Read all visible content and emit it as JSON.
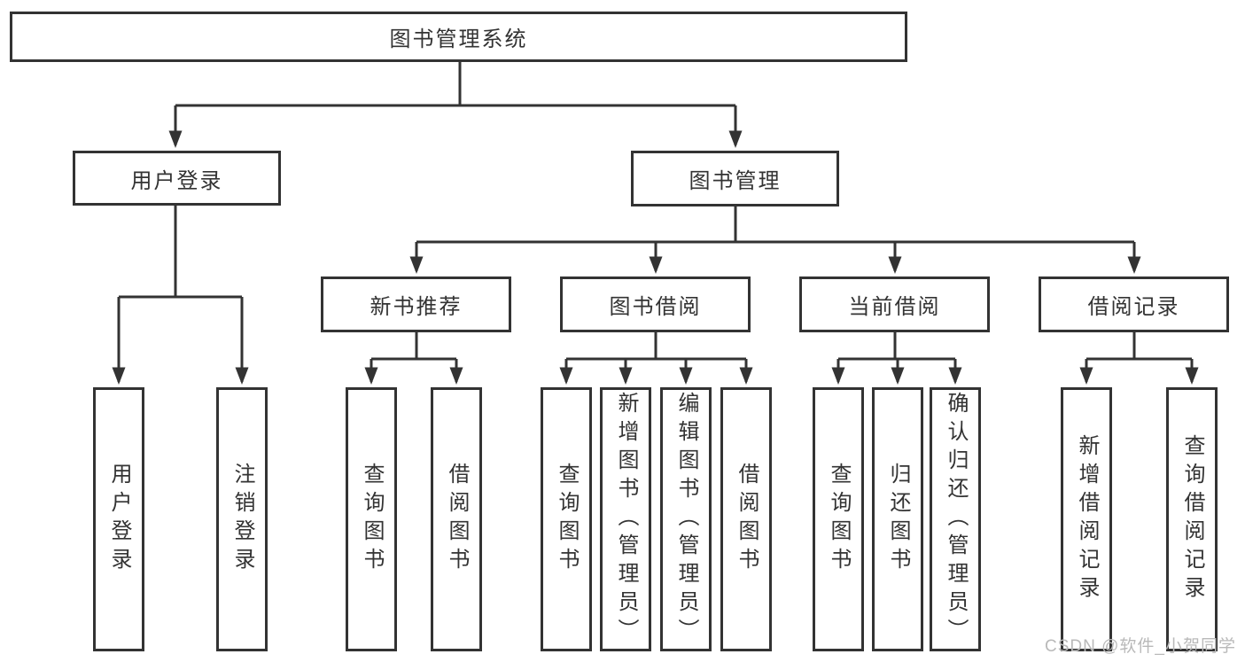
{
  "title": {
    "label": "图书管理系统"
  },
  "level2": {
    "user_login": {
      "label": "用户登录"
    },
    "book_mgmt": {
      "label": "图书管理"
    }
  },
  "level3": {
    "new_book_rec": {
      "label": "新书推荐"
    },
    "book_borrow": {
      "label": "图书借阅"
    },
    "current_borrow": {
      "label": "当前借阅"
    },
    "borrow_record": {
      "label": "借阅记录"
    }
  },
  "leaves": {
    "user_login_login": {
      "label": "用户登录"
    },
    "user_login_logout": {
      "label": "注销登录"
    },
    "nbr_query": {
      "label": "查询图书"
    },
    "nbr_borrow": {
      "label": "借阅图书"
    },
    "bb_query": {
      "label": "查询图书"
    },
    "bb_add": {
      "label": "新增图书（管理员）"
    },
    "bb_edit": {
      "label": "编辑图书（管理员）"
    },
    "bb_borrow": {
      "label": "借阅图书"
    },
    "cb_query": {
      "label": "查询图书"
    },
    "cb_return": {
      "label": "归还图书"
    },
    "cb_confirm": {
      "label": "确认归还（管理员）"
    },
    "br_add": {
      "label": "新增借阅记录"
    },
    "br_query": {
      "label": "查询借阅记录"
    }
  },
  "watermark": {
    "text": "CSDN @软件_小贺同学"
  },
  "colors": {
    "line": "#333333",
    "text": "#333333",
    "watermark": "#b9b9b9",
    "background": "#ffffff"
  }
}
